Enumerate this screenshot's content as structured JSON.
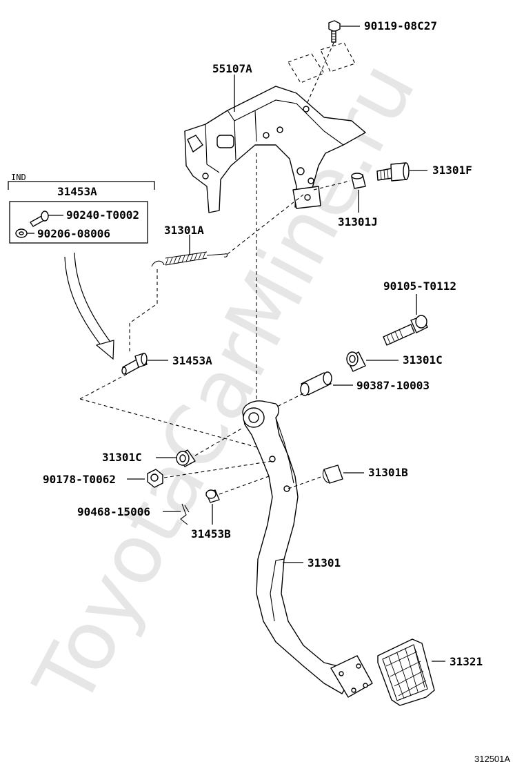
{
  "watermark": "ToyotaCarMine.ru",
  "figure_code": "312501A",
  "kit": {
    "group_label": "IND",
    "kit_part": "31453A",
    "contents": [
      "90240-T0002",
      "90206-08006"
    ]
  },
  "labels": {
    "bolt_top": "90119-08C27",
    "bracket": "55107A",
    "stopper_bolt": "31301F",
    "bushing_j": "31301J",
    "spring": "31301A",
    "bolt_90105": "90105-T0112",
    "pin": "31453A",
    "bushing_c_right": "31301C",
    "collar": "90387-10003",
    "bushing_c_left": "31301C",
    "nut": "90178-T0062",
    "stopper_b": "31301B",
    "clip": "90468-15006",
    "bushing_b": "31453B",
    "pedal_arm": "31301",
    "pedal_pad": "31321"
  }
}
